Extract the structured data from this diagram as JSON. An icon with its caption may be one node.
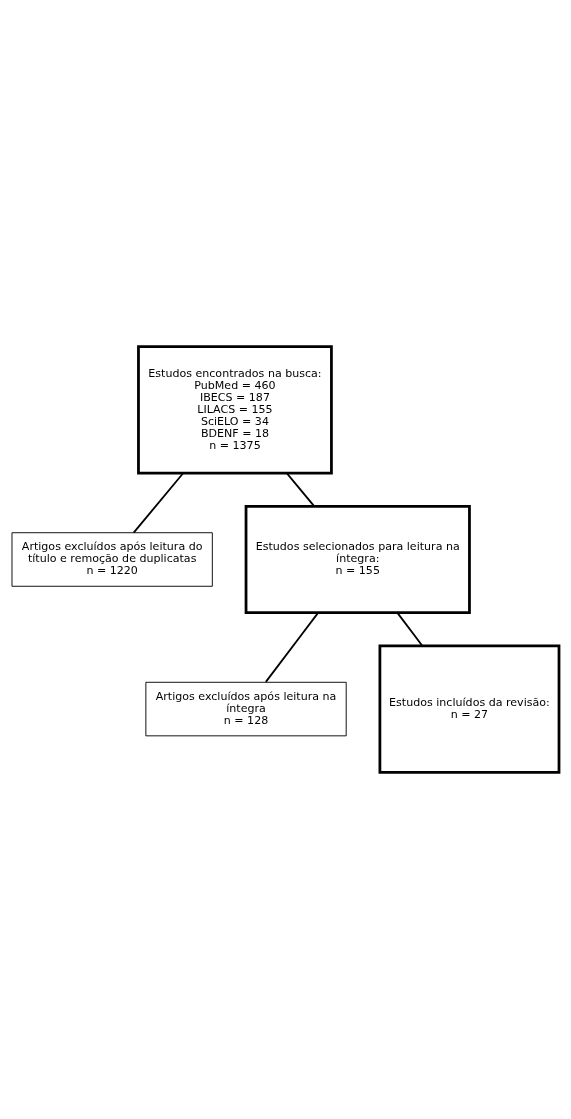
{
  "diagram": {
    "nodes": [
      {
        "text": [
          "Estudos encontrados na busca:",
          "PubMed = 460",
          "IBECS = 187",
          "LILACS = 155",
          "SciELO = 34",
          "BDENF = 18",
          "n = 1375"
        ]
      },
      {
        "text": [
          "Artigos excluídos após leitura do título e remoção de duplicatas",
          "n = 1220"
        ]
      },
      {
        "text": [
          "Estudos selecionados para leitura na íntegra:",
          "n = 155"
        ]
      },
      {
        "text": [
          "Artigos excluídos após leitura na íntegra",
          "n = 128"
        ]
      },
      {
        "text": [
          "Estudos incluídos da revisão:",
          "n = 27"
        ]
      }
    ],
    "edges": [
      {
        "from": 0,
        "to": 1,
        "arrow": "none"
      },
      {
        "from": 0,
        "to": 2,
        "arrow": "none"
      },
      {
        "from": 2,
        "to": 3,
        "arrow": "none"
      },
      {
        "from": 2,
        "to": 4,
        "arrow": "none"
      }
    ]
  }
}
